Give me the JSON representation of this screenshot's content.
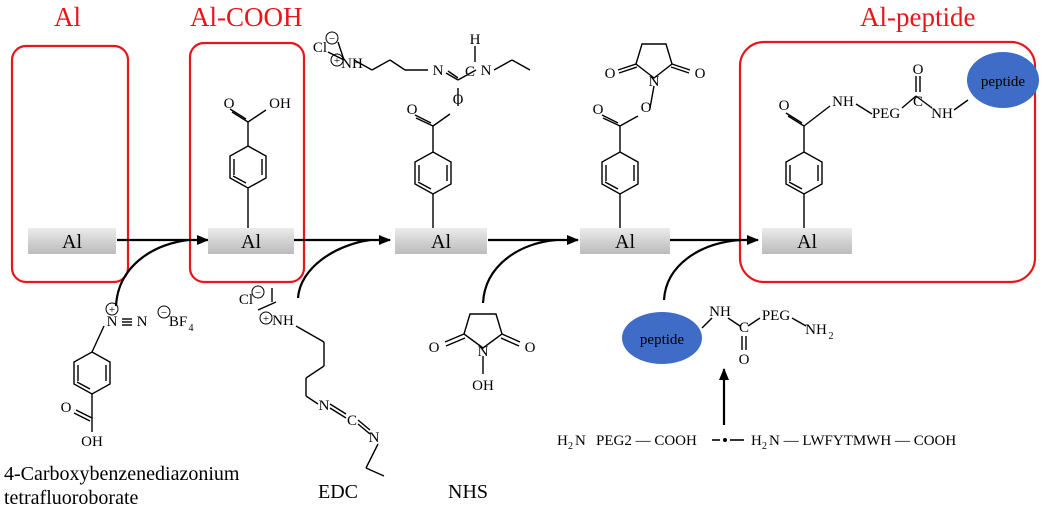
{
  "headers": {
    "al": "Al",
    "al_cooh": "Al-COOH",
    "al_peptide": "Al-peptide"
  },
  "substrate_label": "Al",
  "atoms": {
    "oh": "OH",
    "o": "O",
    "n": "N",
    "nh": "NH",
    "h": "H",
    "c": "C",
    "cl": "Cl",
    "bf": "BF",
    "bf_sub": "4",
    "peg": "PEG",
    "nh2": "NH",
    "nh2_sub": "2",
    "plus": "+",
    "minus": "−"
  },
  "peptide_label": "peptide",
  "sequence": {
    "h2n_1": "H",
    "sub2": "2",
    "n_part": "N",
    "peg2_cooh": "PEG2 — COOH",
    "peptide_chain": "N — LWFYTMWH — COOH"
  },
  "reagents": {
    "diazonium_line1": "4-Carboxybenzenediazonium",
    "diazonium_line2": "tetrafluoroborate",
    "edc": "EDC",
    "nhs": "NHS"
  },
  "colors": {
    "red": "#e8151b",
    "blue": "#3f6cc6",
    "bar": "#d6d6d6"
  }
}
